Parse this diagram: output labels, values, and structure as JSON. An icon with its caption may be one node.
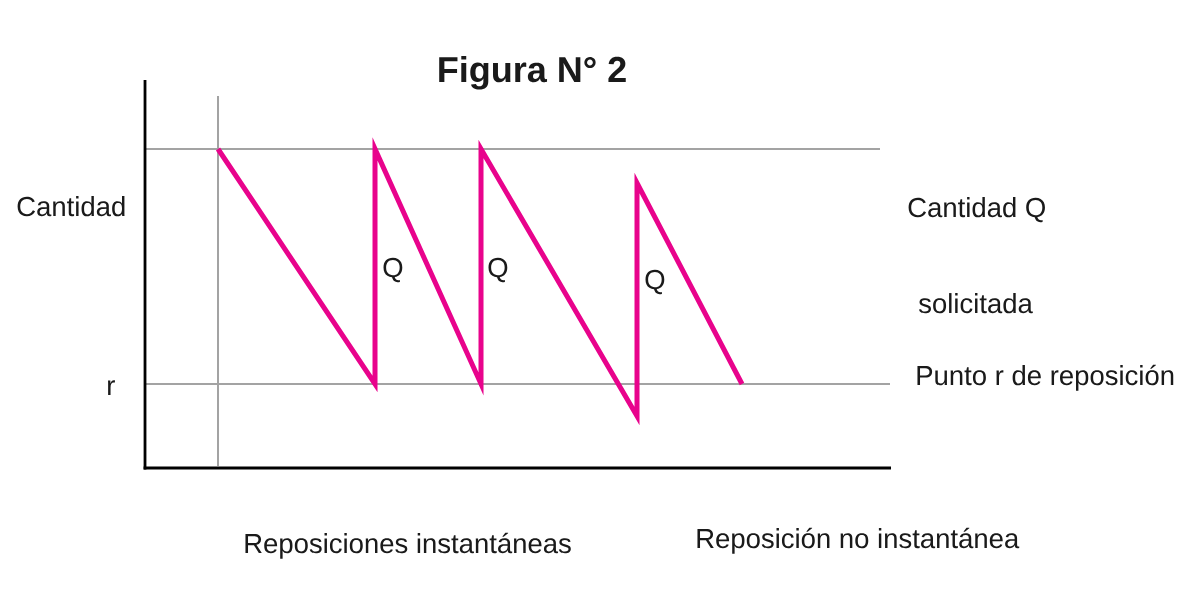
{
  "diagram": {
    "title": "Figura N° 2",
    "labels": [
      "Cantidad",
      "Cantidad Q",
      "Q",
      "Q",
      "Q",
      "solicitada",
      "r",
      "Punto r  de reposición",
      "Reposiciones instantáneas",
      "Reposición no instantánea"
    ]
  }
}
